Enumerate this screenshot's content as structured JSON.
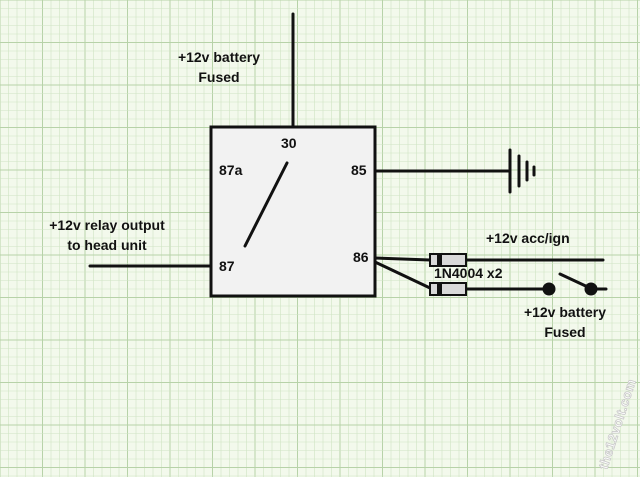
{
  "diagram": {
    "colors": {
      "background": "#f3f9ec",
      "grid_minor": "#cfe3c3",
      "grid_major": "#b7d2a8",
      "wire": "#111111",
      "relay_fill": "#f2f2f2",
      "diode_body": "#d9d9d9"
    },
    "labels": {
      "battery_top_line1": "+12v battery",
      "battery_top_line2": "Fused",
      "relay_output_line1": "+12v relay output",
      "relay_output_line2": "to head unit",
      "acc_ign": "+12v acc/ign",
      "diodes": "1N4004 x2",
      "battery_right_line1": "+12v battery",
      "battery_right_line2": "Fused"
    },
    "relay_pins": {
      "p30": "30",
      "p87a": "87a",
      "p85": "85",
      "p87": "87",
      "p86": "86"
    },
    "symbols": {
      "ground": "ground-symbol",
      "switch": "switch-symbol",
      "diode": "diode-symbol"
    },
    "watermark": "the12volt.com"
  }
}
